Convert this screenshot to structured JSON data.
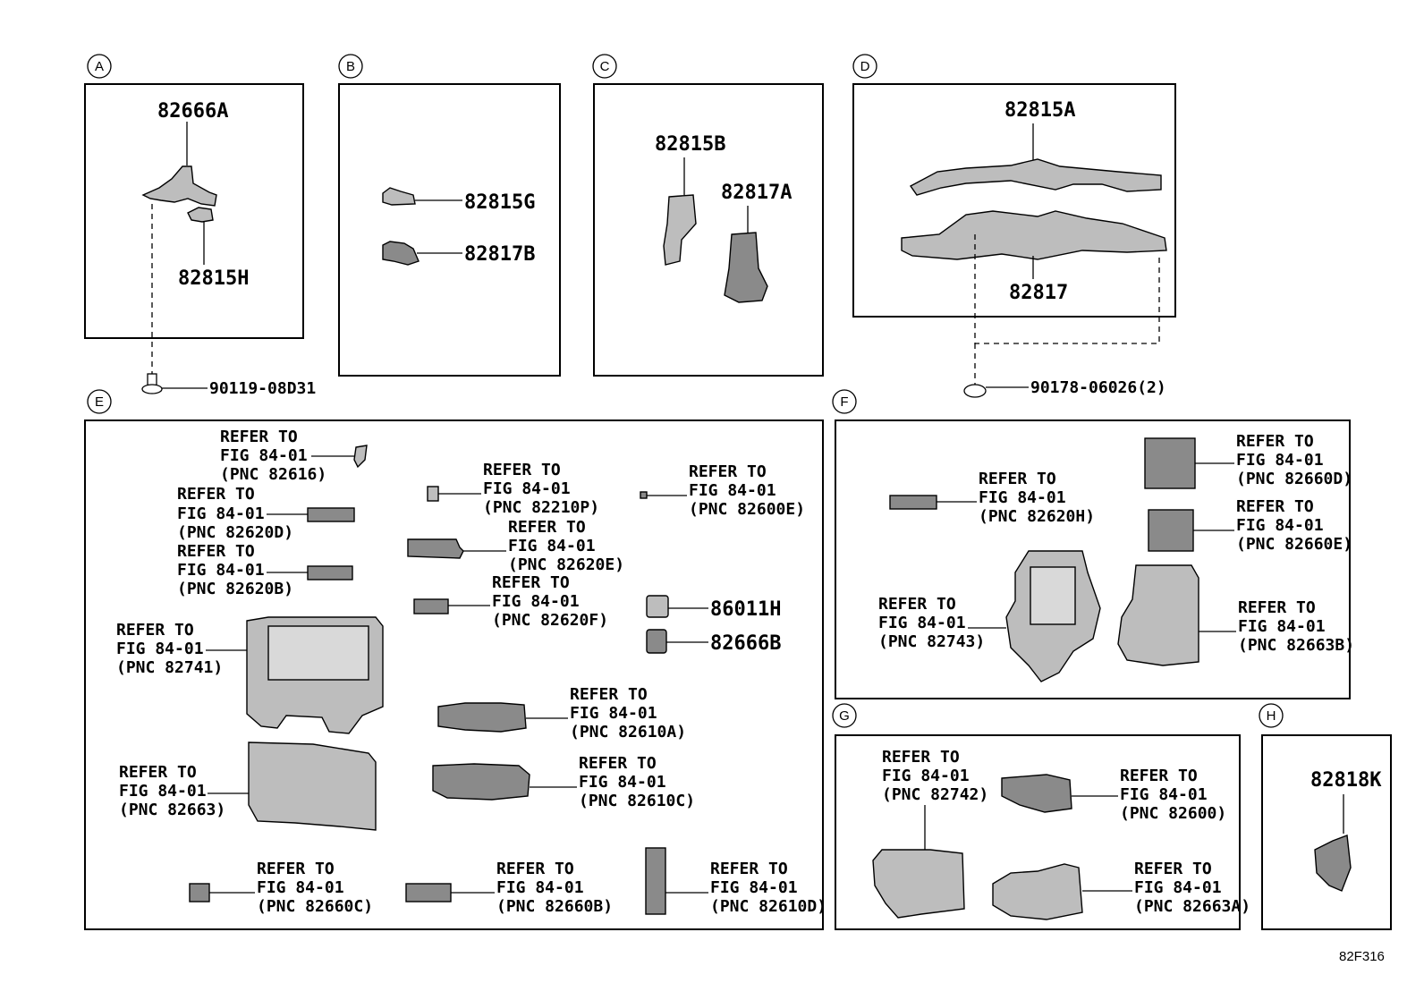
{
  "sections": {
    "A": "A",
    "B": "B",
    "C": "C",
    "D": "D",
    "E": "E",
    "F": "F",
    "G": "G",
    "H": "H"
  },
  "refer": {
    "line1": "REFER TO",
    "line2": "FIG 84-01"
  },
  "parts": {
    "p82666A": "82666A",
    "p82815H": "82815H",
    "p90119": "90119-08D31",
    "p82815G": "82815G",
    "p82817B": "82817B",
    "p82815B": "82815B",
    "p82817A": "82817A",
    "p82815A": "82815A",
    "p82817": "82817",
    "p90178": "90178-06026(2)",
    "p86011H": "86011H",
    "p82666B": "82666B",
    "p82818K": "82818K"
  },
  "pnc": {
    "e82616": "(PNC 82616)",
    "e82620D": "(PNC 82620D)",
    "e82620B": "(PNC 82620B)",
    "e82741": "(PNC 82741)",
    "e82663": "(PNC 82663)",
    "e82210P": "(PNC 82210P)",
    "e82620E": "(PNC 82620E)",
    "e82620F": "(PNC 82620F)",
    "e82600E": "(PNC 82600E)",
    "e82610A": "(PNC 82610A)",
    "e82610C": "(PNC 82610C)",
    "e82660C": "(PNC 82660C)",
    "e82660B": "(PNC 82660B)",
    "e82610D": "(PNC 82610D)",
    "f82620H": "(PNC 82620H)",
    "f82660D": "(PNC 82660D)",
    "f82660E": "(PNC 82660E)",
    "f82743": "(PNC 82743)",
    "f82663B": "(PNC 82663B)",
    "g82742": "(PNC 82742)",
    "g82600": "(PNC 82600)",
    "g82663A": "(PNC 82663A)"
  },
  "figure_code": "82F316"
}
